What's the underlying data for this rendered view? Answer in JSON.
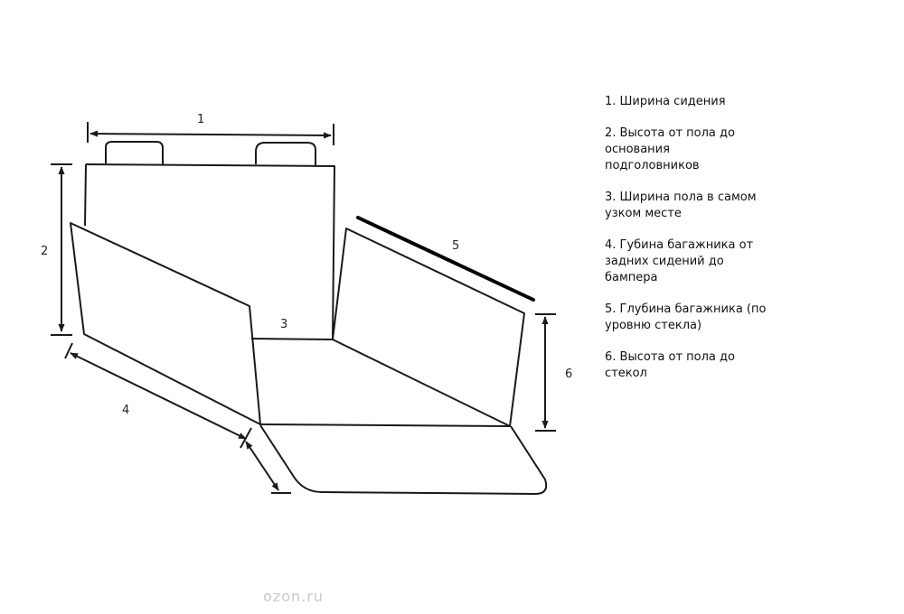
{
  "dimension_labels": [
    "1",
    "2",
    "3",
    "4",
    "5",
    "6"
  ],
  "legend": [
    "1. Ширина сидения",
    "2. Высота от пола до основания подголовников",
    "3. Ширина пола в самом узком месте",
    "4. Губина багажника от задних сидений до бампера",
    "5. Глубина багажника (по уровню стекла)",
    "6. Высота от пола до стекол"
  ],
  "watermark": "ozon.ru",
  "colors": {
    "line": "#1a1a1a",
    "dimension_5": "#000000",
    "watermark": "#c9c9c9"
  }
}
